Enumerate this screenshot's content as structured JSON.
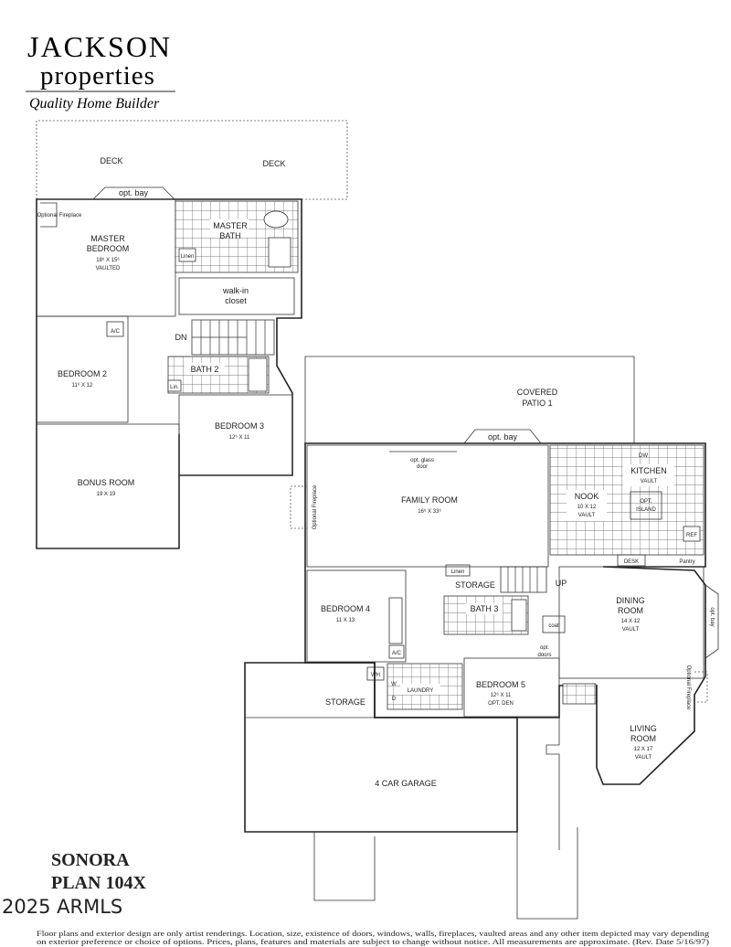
{
  "logo": {
    "brand_line1": "JACKSON",
    "brand_line2": "properties",
    "tagline": "Quality Home Builder"
  },
  "rooms": {
    "deck_left": "DECK",
    "deck_right": "DECK",
    "opt_bay_upper": "opt. bay",
    "optional_fireplace_upper": "Optional Fireplace",
    "master_bedroom": [
      "MASTER",
      "BEDROOM",
      "18⁶ X 15⁶",
      "VAULTED"
    ],
    "master_bath": [
      "MASTER",
      "BATH"
    ],
    "linen_upper": "Linen",
    "walkin_closet": [
      "walk-in",
      "closet"
    ],
    "ac_upper": "A/C",
    "dn": "DN",
    "bedroom2": [
      "BEDROOM 2",
      "11⁶ X 12"
    ],
    "bath2": "BATH 2",
    "linen_bath2": "Lin.",
    "bedroom3": [
      "BEDROOM 3",
      "12⁶ X 11"
    ],
    "bonus_room": [
      "BONUS ROOM",
      "19 X 19"
    ],
    "covered_patio": [
      "COVERED",
      "PATIO 1"
    ],
    "opt_bay_patio": "opt. bay",
    "opt_glass_door": [
      "opt. glass",
      "door"
    ],
    "optional_fireplace_family": "Optional Fireplace",
    "family_room": [
      "FAMILY ROOM",
      "16⁶ X 33⁶"
    ],
    "nook": [
      "NOOK",
      "10 X 12",
      "VAULT"
    ],
    "kitchen": [
      "KITCHEN",
      "VAULT"
    ],
    "opt_island": [
      "OPT.",
      "ISLAND"
    ],
    "dw": "DW",
    "ref": "REF",
    "desk": "DESK",
    "pantry": "Pantry",
    "linen_lower": "Linen",
    "storage_stairs": "STORAGE",
    "up": "UP",
    "bedroom4": [
      "BEDROOM 4",
      "11 X 13"
    ],
    "bath3": "BATH 3",
    "coat": "coat",
    "dining_room": [
      "DINING",
      "ROOM",
      "14 X 12",
      "VAULT"
    ],
    "opt_bay_dining": "opt. bay",
    "opt_doors": [
      "opt.",
      "doors"
    ],
    "ac_lower": "A/C",
    "wh": "WH",
    "laundry": "LAUNDRY",
    "w_label": "W",
    "d_label": "D",
    "bedroom5": [
      "BEDROOM 5",
      "12⁶ X 11",
      "OPT. DEN"
    ],
    "optional_fireplace_living": "Optional Fireplace",
    "storage_garage": "STORAGE",
    "living_room": [
      "LIVING",
      "ROOM",
      "12 X 17",
      "VAULT"
    ],
    "garage": "4 CAR GARAGE"
  },
  "plan": {
    "name": "SONORA",
    "number": "PLAN 104X"
  },
  "watermark": "2025 ARMLS",
  "disclaimer": [
    "Floor plans and exterior design are only artist renderings.  Location, size, existence of doors, windows, walls, fireplaces, vaulted areas and any other item depicted may vary depending",
    "on exterior preference or choice of options.  Prices, plans, features and materials are subject to change without notice.  All measurements are approximate.  (Rev. Date 5/16/97)"
  ]
}
